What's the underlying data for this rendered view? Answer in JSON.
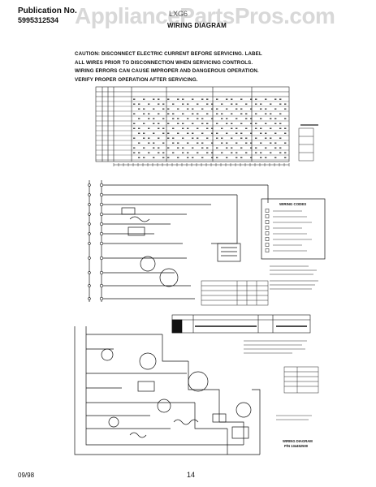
{
  "header": {
    "publication_label": "Publication No.",
    "publication_number": "5995312534",
    "watermark": "AppliancePartsPros.com",
    "model": "LXG6",
    "diagram_title": "WIRING DIAGRAM"
  },
  "caution": {
    "lines": [
      "CAUTION: DISCONNECT ELECTRIC CURRENT BEFORE SERVICING. LABEL",
      "ALL WIRES PRIOR TO DISCONNECTION WHEN SERVICING CONTROLS.",
      "WIRING ERRORS CAN CAUSE IMPROPER AND DANGEROUS OPERATION.",
      "VERIFY PROPER OPERATION AFTER SERVICING."
    ]
  },
  "diagram": {
    "legend_title": "WIRING CODES",
    "wiring_diagram_label": "WIRING DIAGRAM",
    "part_number": "P/N 134452500"
  },
  "footer": {
    "date": "09/98",
    "page": "14"
  },
  "colors": {
    "ink": "#111111",
    "watermark": "#d8d8d8"
  }
}
